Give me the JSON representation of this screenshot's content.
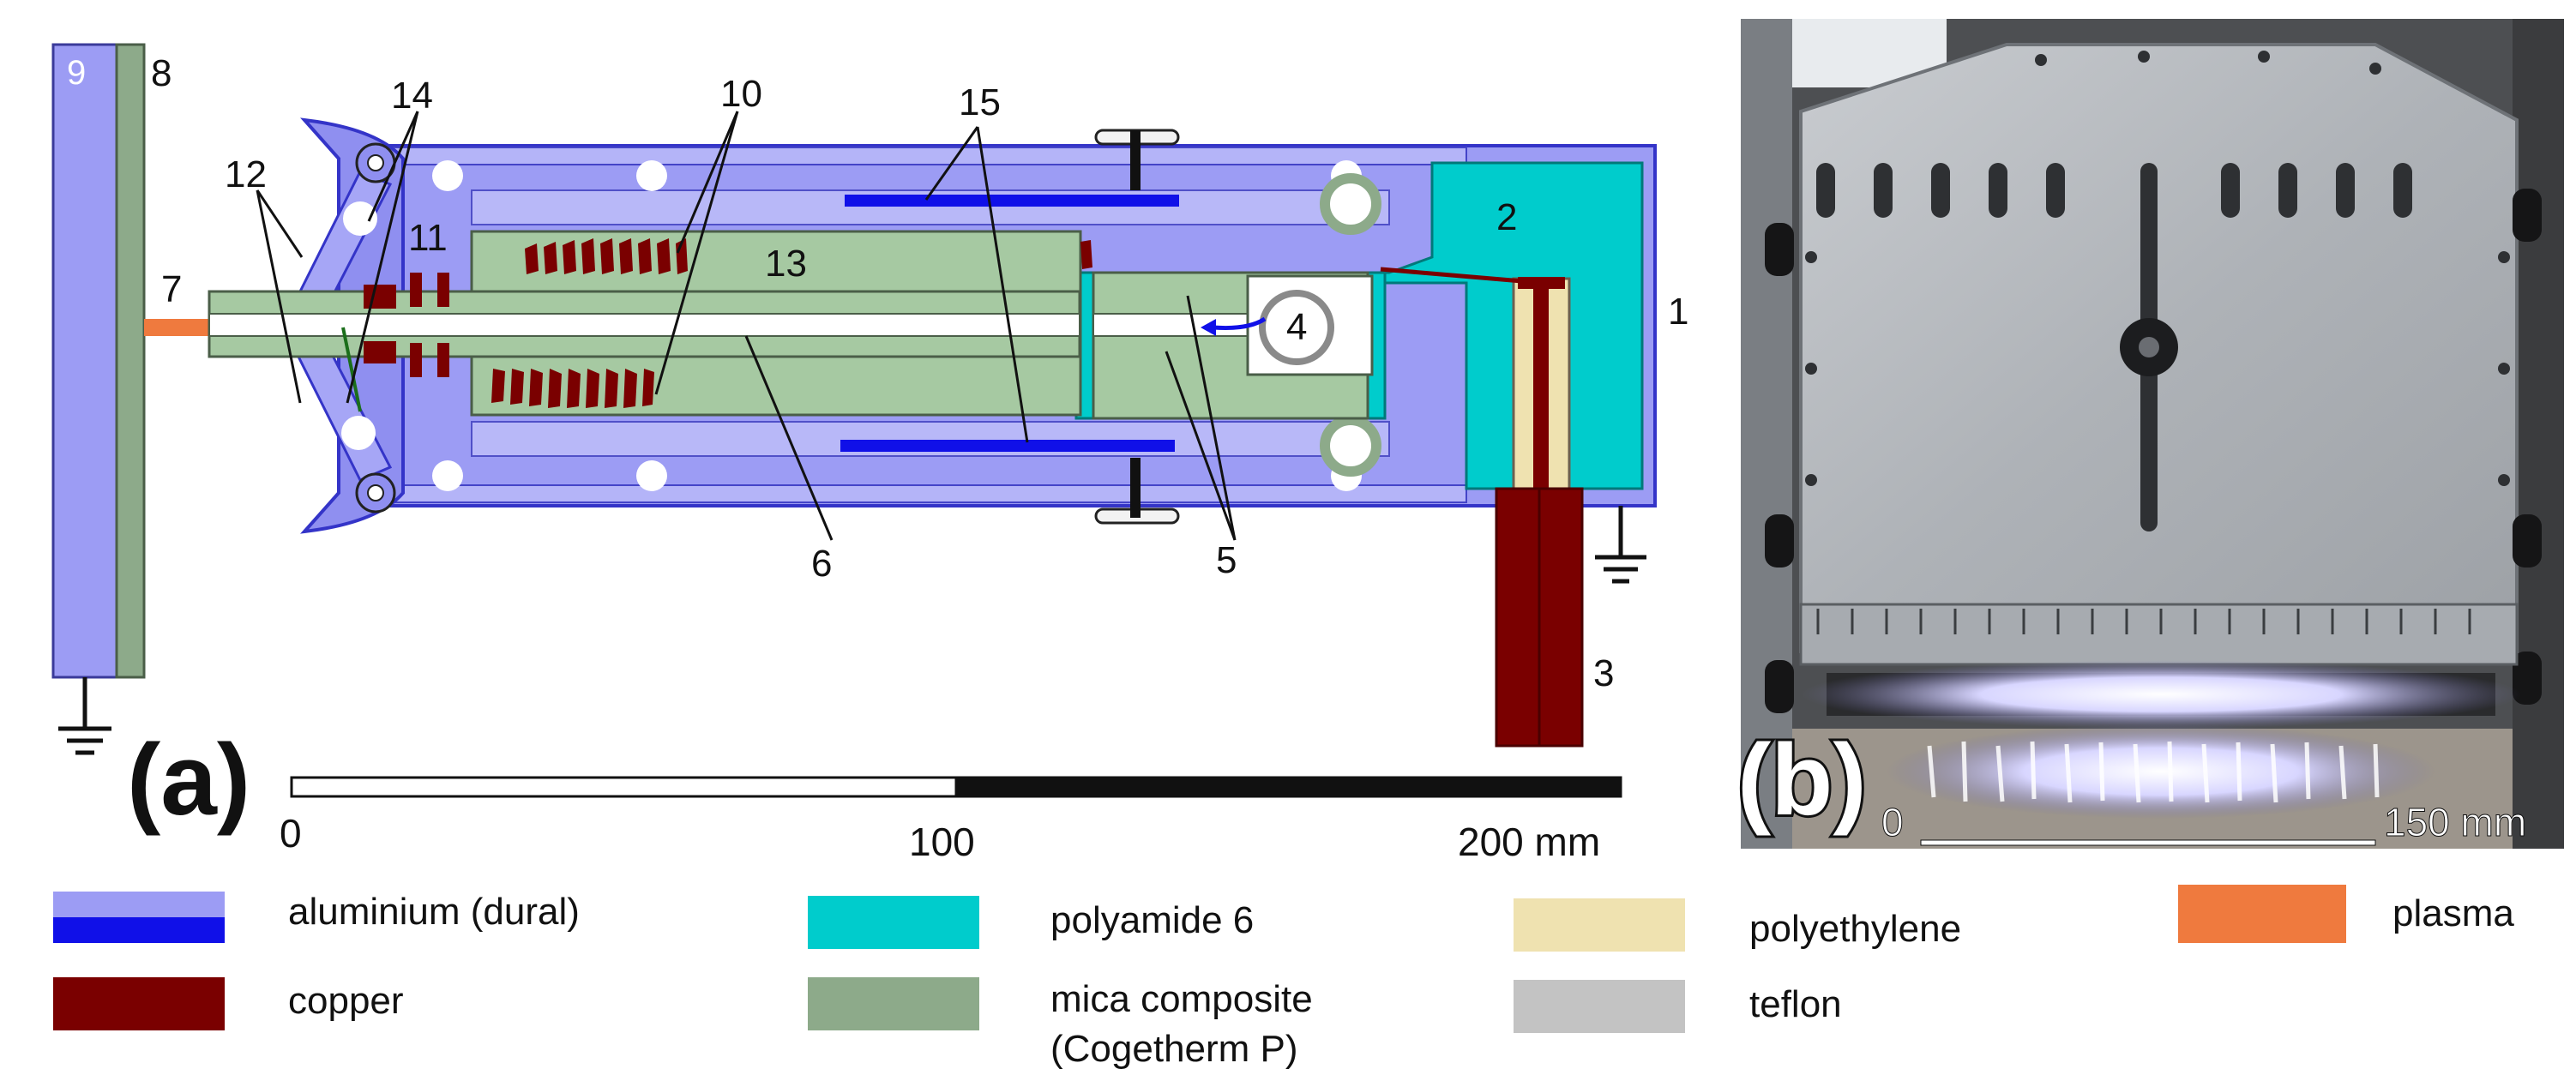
{
  "panel_a": {
    "letter": "(a)",
    "part_numbers": {
      "n1": "1",
      "n2": "2",
      "n3": "3",
      "n4": "4",
      "n5": "5",
      "n6": "6",
      "n7": "7",
      "n8": "8",
      "n9": "9",
      "n10": "10",
      "n11": "11",
      "n12": "12",
      "n13": "13",
      "n14": "14",
      "n15": "15"
    },
    "scale": {
      "start": "0",
      "mid": "100",
      "end": "200 mm"
    }
  },
  "panel_b": {
    "letter": "(b)",
    "scale": {
      "start": "0",
      "end": "150 mm"
    }
  },
  "legend": {
    "aluminium": "aluminium (dural)",
    "copper": "copper",
    "polyamide": "polyamide 6",
    "mica_line1": "mica composite",
    "mica_line2": "(Cogetherm P)",
    "polyethylene": "polyethylene",
    "teflon": "teflon",
    "plasma": "plasma"
  },
  "colors": {
    "aluminium_light": "#9c9cf4",
    "aluminium_dark": "#1010e8",
    "copper": "#7a0000",
    "polyamide": "#00cccc",
    "mica": "#8daa8a",
    "polyethylene": "#efe2b0",
    "teflon": "#c3c3c3",
    "plasma": "#ef7a3e"
  }
}
